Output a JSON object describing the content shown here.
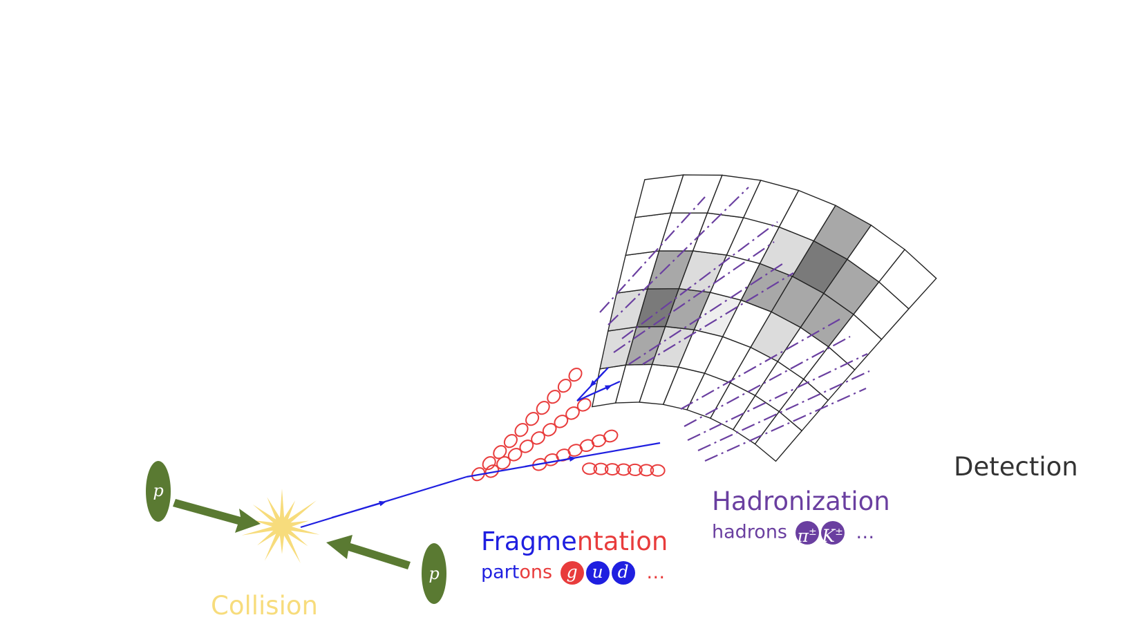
{
  "labels": {
    "collision": "Collision",
    "fragmentation_a": "Fragme",
    "fragmentation_b": "ntation",
    "partons_a": "part",
    "partons_b": "ons",
    "hadronization": "Hadronization",
    "hadrons": "hadrons",
    "detection": "Detection",
    "ellipsis": "…"
  },
  "protons": [
    "p",
    "p"
  ],
  "partons": [
    {
      "symbol": "g",
      "color": "#e83c3c"
    },
    {
      "symbol": "u",
      "color": "#1f1fe0"
    },
    {
      "symbol": "d",
      "color": "#1f1fe0"
    }
  ],
  "hadrons": [
    {
      "symbol": "π",
      "charge": "±",
      "color": "#6a3fa0"
    },
    {
      "symbol": "K",
      "charge": "±",
      "color": "#6a3fa0"
    }
  ],
  "colors": {
    "proton": "#5a7a32",
    "collision": "#f7dc7c",
    "fragmentation_blue": "#1f1fe0",
    "fragmentation_red": "#e83c3c",
    "hadronization": "#6a3fa0",
    "detection": "#333333",
    "detector_grid": "#222222"
  }
}
